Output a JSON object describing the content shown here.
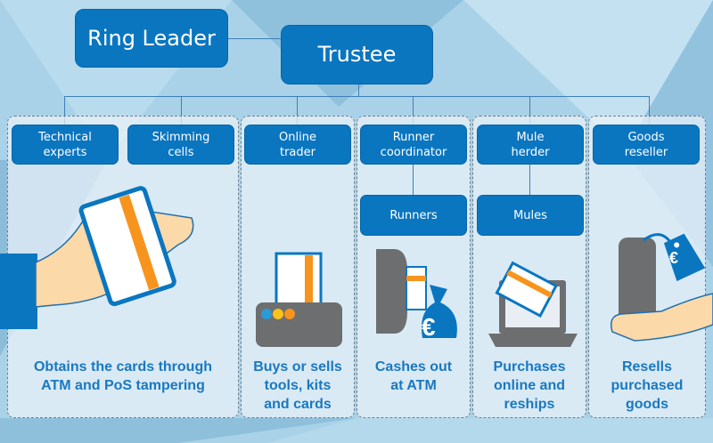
{
  "top": {
    "ring_leader": "Ring Leader",
    "trustee": "Trustee"
  },
  "roles": [
    {
      "label": "Technical\nexperts"
    },
    {
      "label": "Skimming\ncells"
    },
    {
      "label": "Online\ntrader"
    },
    {
      "label": "Runner\ncoordinator"
    },
    {
      "label": "Mule\nherder"
    },
    {
      "label": "Goods\nreseller"
    }
  ],
  "sub_roles": {
    "runners": "Runners",
    "mules": "Mules"
  },
  "captions": [
    "Obtains the cards through\nATM and PoS tampering",
    "Buys or sells\ntools, kits\nand cards",
    "Cashes out\nat ATM",
    "Purchases\nonline and\nreships",
    "Resells\npurchased\ngoods"
  ],
  "icon_text": {
    "euro": "€"
  },
  "colors": {
    "box": "#0a76c0",
    "caption": "#1a78bf",
    "accent": "#f7941d",
    "device": "#6d6e70"
  }
}
